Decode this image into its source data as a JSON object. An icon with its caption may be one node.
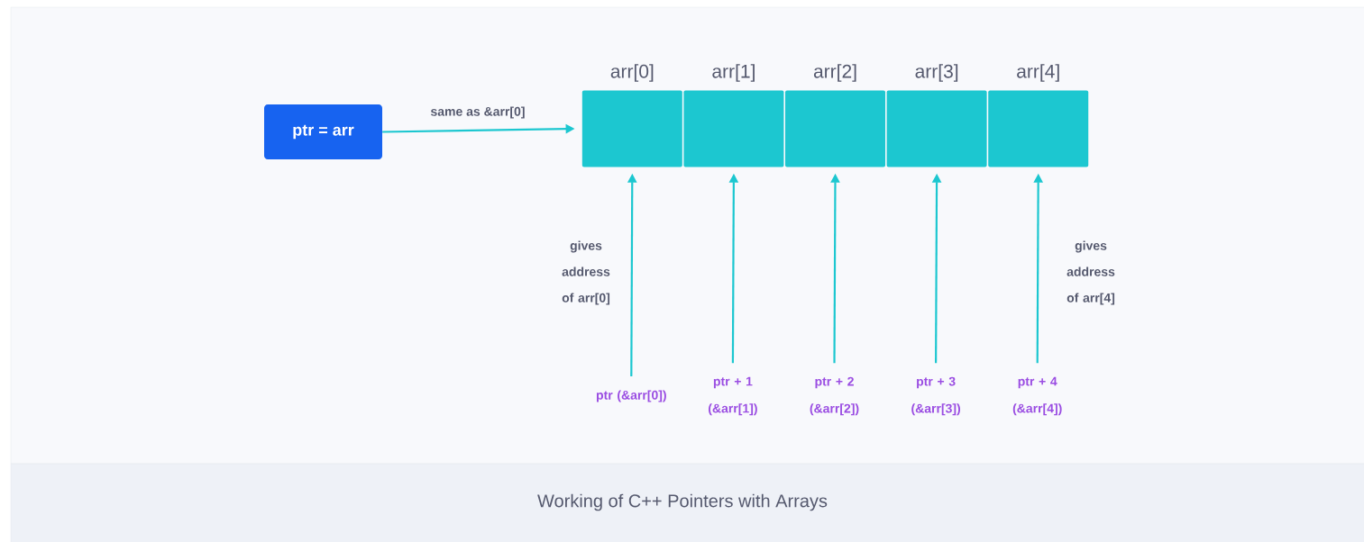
{
  "diagram": {
    "caption": "Working of C++ Pointers with Arrays",
    "nodes": [
      {
        "text": [
          "ptr = arr"
        ]
      },
      {
        "text": [
          "arr[0]"
        ]
      },
      {
        "text": [
          "arr[1]"
        ]
      },
      {
        "text": [
          "arr[2]"
        ]
      },
      {
        "text": [
          "arr[3]"
        ]
      },
      {
        "text": [
          "arr[4]"
        ]
      },
      {
        "text": [
          "ptr (&arr[0])"
        ]
      },
      {
        "text": [
          "ptr + 1 (&arr[1])"
        ]
      },
      {
        "text": [
          "ptr + 2 (&arr[2])"
        ]
      },
      {
        "text": [
          "ptr + 3 (&arr[3])"
        ]
      },
      {
        "text": [
          "ptr + 4 (&arr[4])"
        ]
      }
    ],
    "edges": [
      {
        "from": 0,
        "to": 1,
        "arrow": "to",
        "label": "same as &arr[0]"
      },
      {
        "from": 6,
        "to": 1,
        "arrow": "to",
        "label": "gives address of arr[0]"
      },
      {
        "from": 7,
        "to": 2,
        "arrow": "to"
      },
      {
        "from": 8,
        "to": 3,
        "arrow": "to"
      },
      {
        "from": 9,
        "to": 4,
        "arrow": "to"
      },
      {
        "from": 10,
        "to": 5,
        "arrow": "to",
        "label": "gives address of arr[4]"
      }
    ]
  }
}
